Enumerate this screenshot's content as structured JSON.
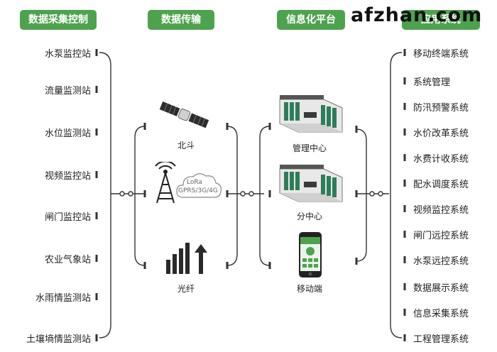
{
  "headers": {
    "collect": "数据采集控制",
    "transmit": "数据传输",
    "platform": "信息化平台",
    "apps": "应用系统"
  },
  "watermark": "afzhan.com",
  "stations": [
    "水泵监控站",
    "流量监测站",
    "水位监测站",
    "视频监控站",
    "闸门监控站",
    "农业气象站",
    "水雨情监测站",
    "土壤墒情监测站"
  ],
  "transmission": {
    "beidou": "北斗",
    "wireless_badge_line1": "LoRa",
    "wireless_badge_line2": "GPRS/3G/4G",
    "fiber": "光纤"
  },
  "platforms": {
    "management": "管理中心",
    "branch": "分中心",
    "mobile": "移动端"
  },
  "applications": [
    "移动终端系统",
    "系统管理",
    "防汛预警系统",
    "水价改革系统",
    "水费计收系统",
    "配水调度系统",
    "视频监控系统",
    "闸门远控系统",
    "水泵远控系统",
    "数据展示系统",
    "信息采集系统",
    "工程管理系统"
  ],
  "colors": {
    "accent": "#4ea24e",
    "line": "#333333"
  }
}
